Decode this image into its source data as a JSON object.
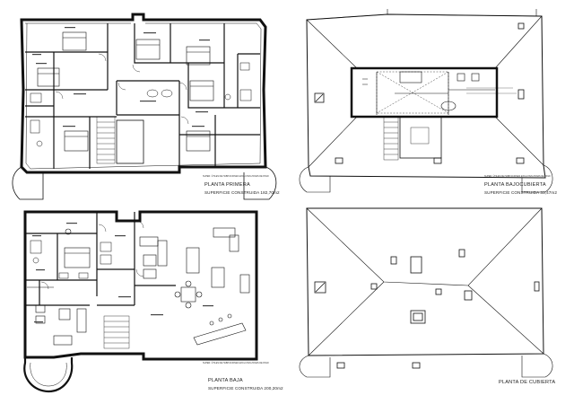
{
  "sheet": {
    "plans": [
      {
        "id": "first_floor",
        "title": "Planta Primera",
        "area": "SUPERFICIE CONSTRUIDA 182,70m2",
        "note": "SUPER. ÚTILES DE HABITACIONES EXCLUYEN ZONAS DE PASO"
      },
      {
        "id": "attic",
        "title": "Planta Bajocubierta",
        "area": "SUPERFICIE CONSTRUIDA 33,47m2",
        "note": "SUPER. ÚTILES DE HABITACIONES EXCLUYEN ZONAS DE PASO"
      },
      {
        "id": "ground_floor",
        "title": "Planta Baja",
        "area": "SUPERFICIE CONSTRUIDA 200,20m2",
        "note": "SUPER. ÚTILES DE HABITACIONES EXCLUYEN ZONAS DE PASO"
      },
      {
        "id": "roof",
        "title": "Planta de Cubierta"
      }
    ],
    "line_color": "#111111",
    "paper_color": "#ffffff"
  }
}
